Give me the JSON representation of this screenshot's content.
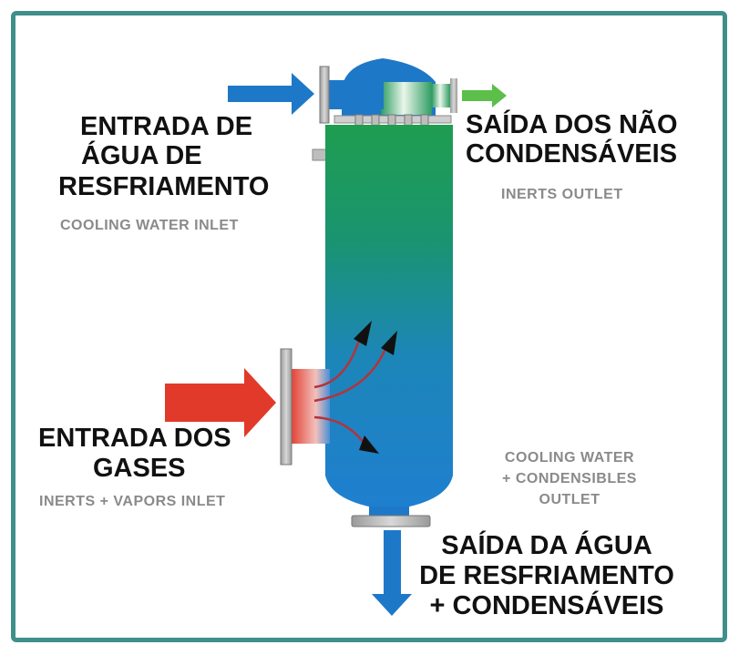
{
  "labels": {
    "cooling_water_inlet": {
      "pt_lines": [
        "ENTRADA DE",
        "ÁGUA DE",
        "RESFRIAMENTO"
      ],
      "en": "COOLING WATER INLET"
    },
    "inerts_outlet": {
      "pt_lines": [
        "SAÍDA DOS NÃO",
        "CONDENSÁVEIS"
      ],
      "en": "INERTS OUTLET"
    },
    "gas_inlet": {
      "pt_lines": [
        "ENTRADA DOS",
        "GASES"
      ],
      "en": "INERTS + VAPORS INLET"
    },
    "condensate_outlet": {
      "en_lines": [
        "COOLING WATER",
        "+ CONDENSIBLES",
        "OUTLET"
      ],
      "pt_lines": [
        "SAÍDA DA ÁGUA",
        "DE RESFRIAMENTO",
        "+ CONDENSÁVEIS"
      ]
    }
  },
  "colors": {
    "frame": "#3f8f8b",
    "vessel_top": "#1e9e52",
    "vessel_bottom": "#1e7fcf",
    "water_arrow": "#1e78c8",
    "inert_arrow": "#5cbf4a",
    "gas_arrow": "#e23a2a"
  }
}
